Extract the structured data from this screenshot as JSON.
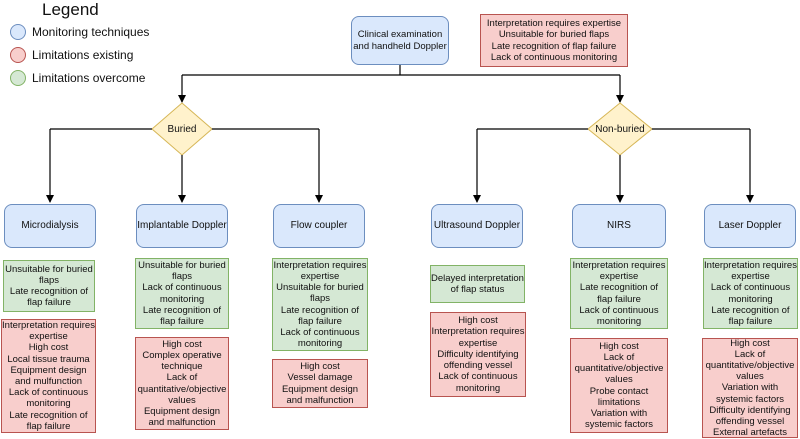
{
  "legend": {
    "title": "Legend",
    "items": [
      {
        "label": "Monitoring techniques",
        "color": "#dae8fc",
        "border": "#6c8ebf"
      },
      {
        "label": "Limitations existing",
        "color": "#f8cecc",
        "border": "#b85450"
      },
      {
        "label": "Limitations overcome",
        "color": "#d5e8d4",
        "border": "#82b366"
      }
    ]
  },
  "root": {
    "label": [
      "Clinical examination",
      "and handheld Doppler"
    ],
    "limitations": [
      "Interpretation requires expertise",
      "Unsuitable for buried flaps",
      "Late recognition of flap failure",
      "Lack of continuous monitoring"
    ]
  },
  "decisions": {
    "buried": "Buried",
    "non_buried": "Non-buried"
  },
  "techniques": [
    {
      "name": "Microdialysis",
      "overcome": [
        "Unsuitable for buried",
        "flaps",
        "Late recognition of",
        "flap failure"
      ],
      "existing": [
        "Interpretation requires",
        "expertise",
        "High cost",
        "Local tissue trauma",
        "Equipment design",
        "and mulfunction",
        "Lack of continuous",
        "monitoring",
        "Late recognition of",
        "flap failure"
      ]
    },
    {
      "name": "Implantable Doppler",
      "overcome": [
        "Unsuitable for buried",
        "flaps",
        "Lack of continuous",
        "monitoring",
        "Late recognition of",
        "flap failure"
      ],
      "existing": [
        "High cost",
        "Complex operative",
        "technique",
        "Lack of",
        "quantitative/objective",
        "values",
        "Equipment design",
        "and malfunction"
      ]
    },
    {
      "name": "Flow coupler",
      "overcome": [
        "Interpretation requires",
        "expertise",
        "Unsuitable for buried",
        "flaps",
        "Late recognition of",
        "flap failure",
        "Lack of continuous",
        "monitoring"
      ],
      "existing": [
        "High cost",
        "Vessel damage",
        "Equipment design",
        "and malfunction"
      ]
    },
    {
      "name": "Ultrasound Doppler",
      "overcome": [
        "Delayed interpretation",
        "of flap status"
      ],
      "existing": [
        "High cost",
        "Interpretation requires",
        "expertise",
        "Difficulty identifying",
        "offending vessel",
        "Lack of continuous",
        "monitoring"
      ]
    },
    {
      "name": "NIRS",
      "overcome": [
        "Interpretation requires",
        "expertise",
        "Late recognition of",
        "flap failure",
        "Lack of continuous",
        "monitoring"
      ],
      "existing": [
        "High cost",
        "Lack of",
        "quantitative/objective",
        "values",
        "Probe contact",
        "limitations",
        "Variation with",
        "systemic factors"
      ]
    },
    {
      "name": "Laser Doppler",
      "overcome": [
        "Interpretation requires",
        "expertise",
        "Lack of continuous",
        "monitoring",
        "Late recognition of",
        "flap failure"
      ],
      "existing": [
        "High cost",
        "Lack of",
        "quantitative/objective",
        "values",
        "Variation with",
        "systemic factors",
        "Difficulty identifying",
        "offending vessel",
        "External artefacts"
      ]
    }
  ]
}
